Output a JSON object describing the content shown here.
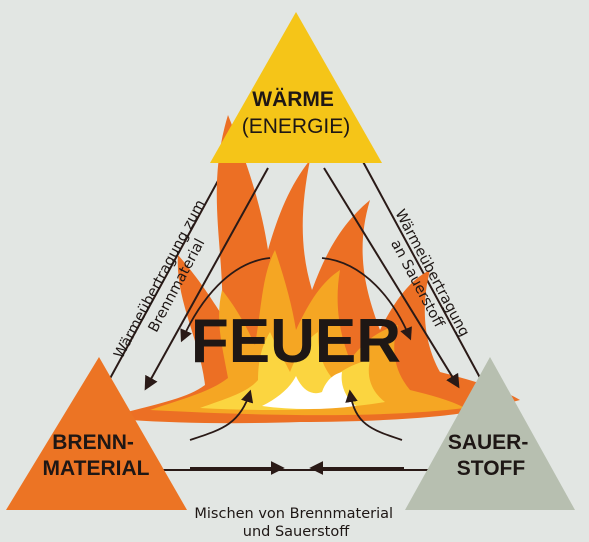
{
  "center_label": "FEUER",
  "vertices": {
    "top": {
      "line1": "WÄRME",
      "line2": "(ENERGIE)",
      "color": "#f5c518"
    },
    "left": {
      "line1": "BRENN-",
      "line2": "MATERIAL",
      "color": "#ec7424"
    },
    "right": {
      "line1": "SAUER-",
      "line2": "STOFF",
      "color": "#b7bfb0"
    }
  },
  "edges": {
    "left": {
      "line1": "Wärmeübertragung zum",
      "line2": "Brennmaterial"
    },
    "right": {
      "line1": "Wärmeübertragung",
      "line2": "an Sauerstoff"
    },
    "bottom": {
      "line1": "Mischen von Brennmaterial",
      "line2": "und Sauerstoff"
    }
  },
  "colors": {
    "background": "#e2e6e3",
    "flame_outer": "#ec6f24",
    "flame_mid": "#f5a623",
    "flame_inner": "#fbd540",
    "flame_core": "#ffffff",
    "arrows": "#2a1a17"
  }
}
